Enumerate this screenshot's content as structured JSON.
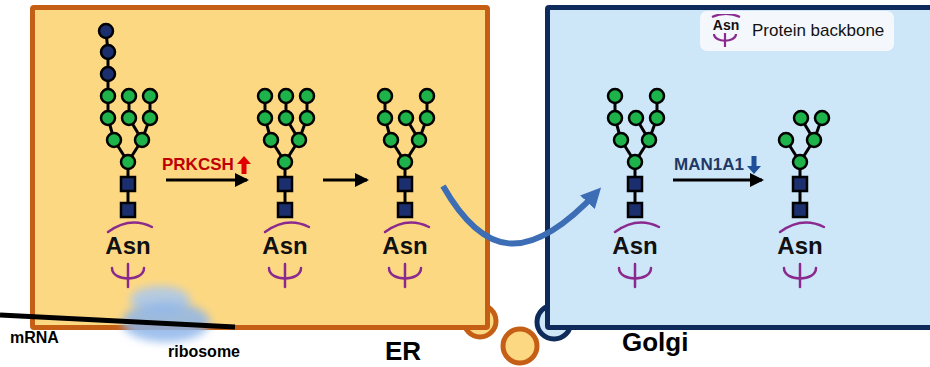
{
  "diagram": {
    "nodes": [
      {
        "text": [
          "ER"
        ]
      },
      {
        "text": [
          "Asn"
        ],
        "in": 0
      },
      {
        "text": [
          "Asn"
        ],
        "in": 0
      },
      {
        "text": [
          "Asn"
        ],
        "in": 0
      },
      {
        "text": [
          "Golgi"
        ]
      },
      {
        "text": [
          "Asn"
        ],
        "in": 4
      },
      {
        "text": [
          "Asn"
        ],
        "in": 4
      }
    ],
    "edges": [
      {
        "from": 1,
        "to": 2,
        "arrow": "to",
        "label": "PRKCSH"
      },
      {
        "from": 2,
        "to": 3,
        "arrow": "to"
      },
      {
        "from": 3,
        "to": 5,
        "arrow": "to"
      },
      {
        "from": 5,
        "to": 6,
        "arrow": "to",
        "label": "MAN1A1"
      }
    ],
    "labels": [
      "mRNA",
      "ribosome",
      "Asn"
    ],
    "legend": [
      {
        "text": "Protein backbone"
      }
    ]
  }
}
